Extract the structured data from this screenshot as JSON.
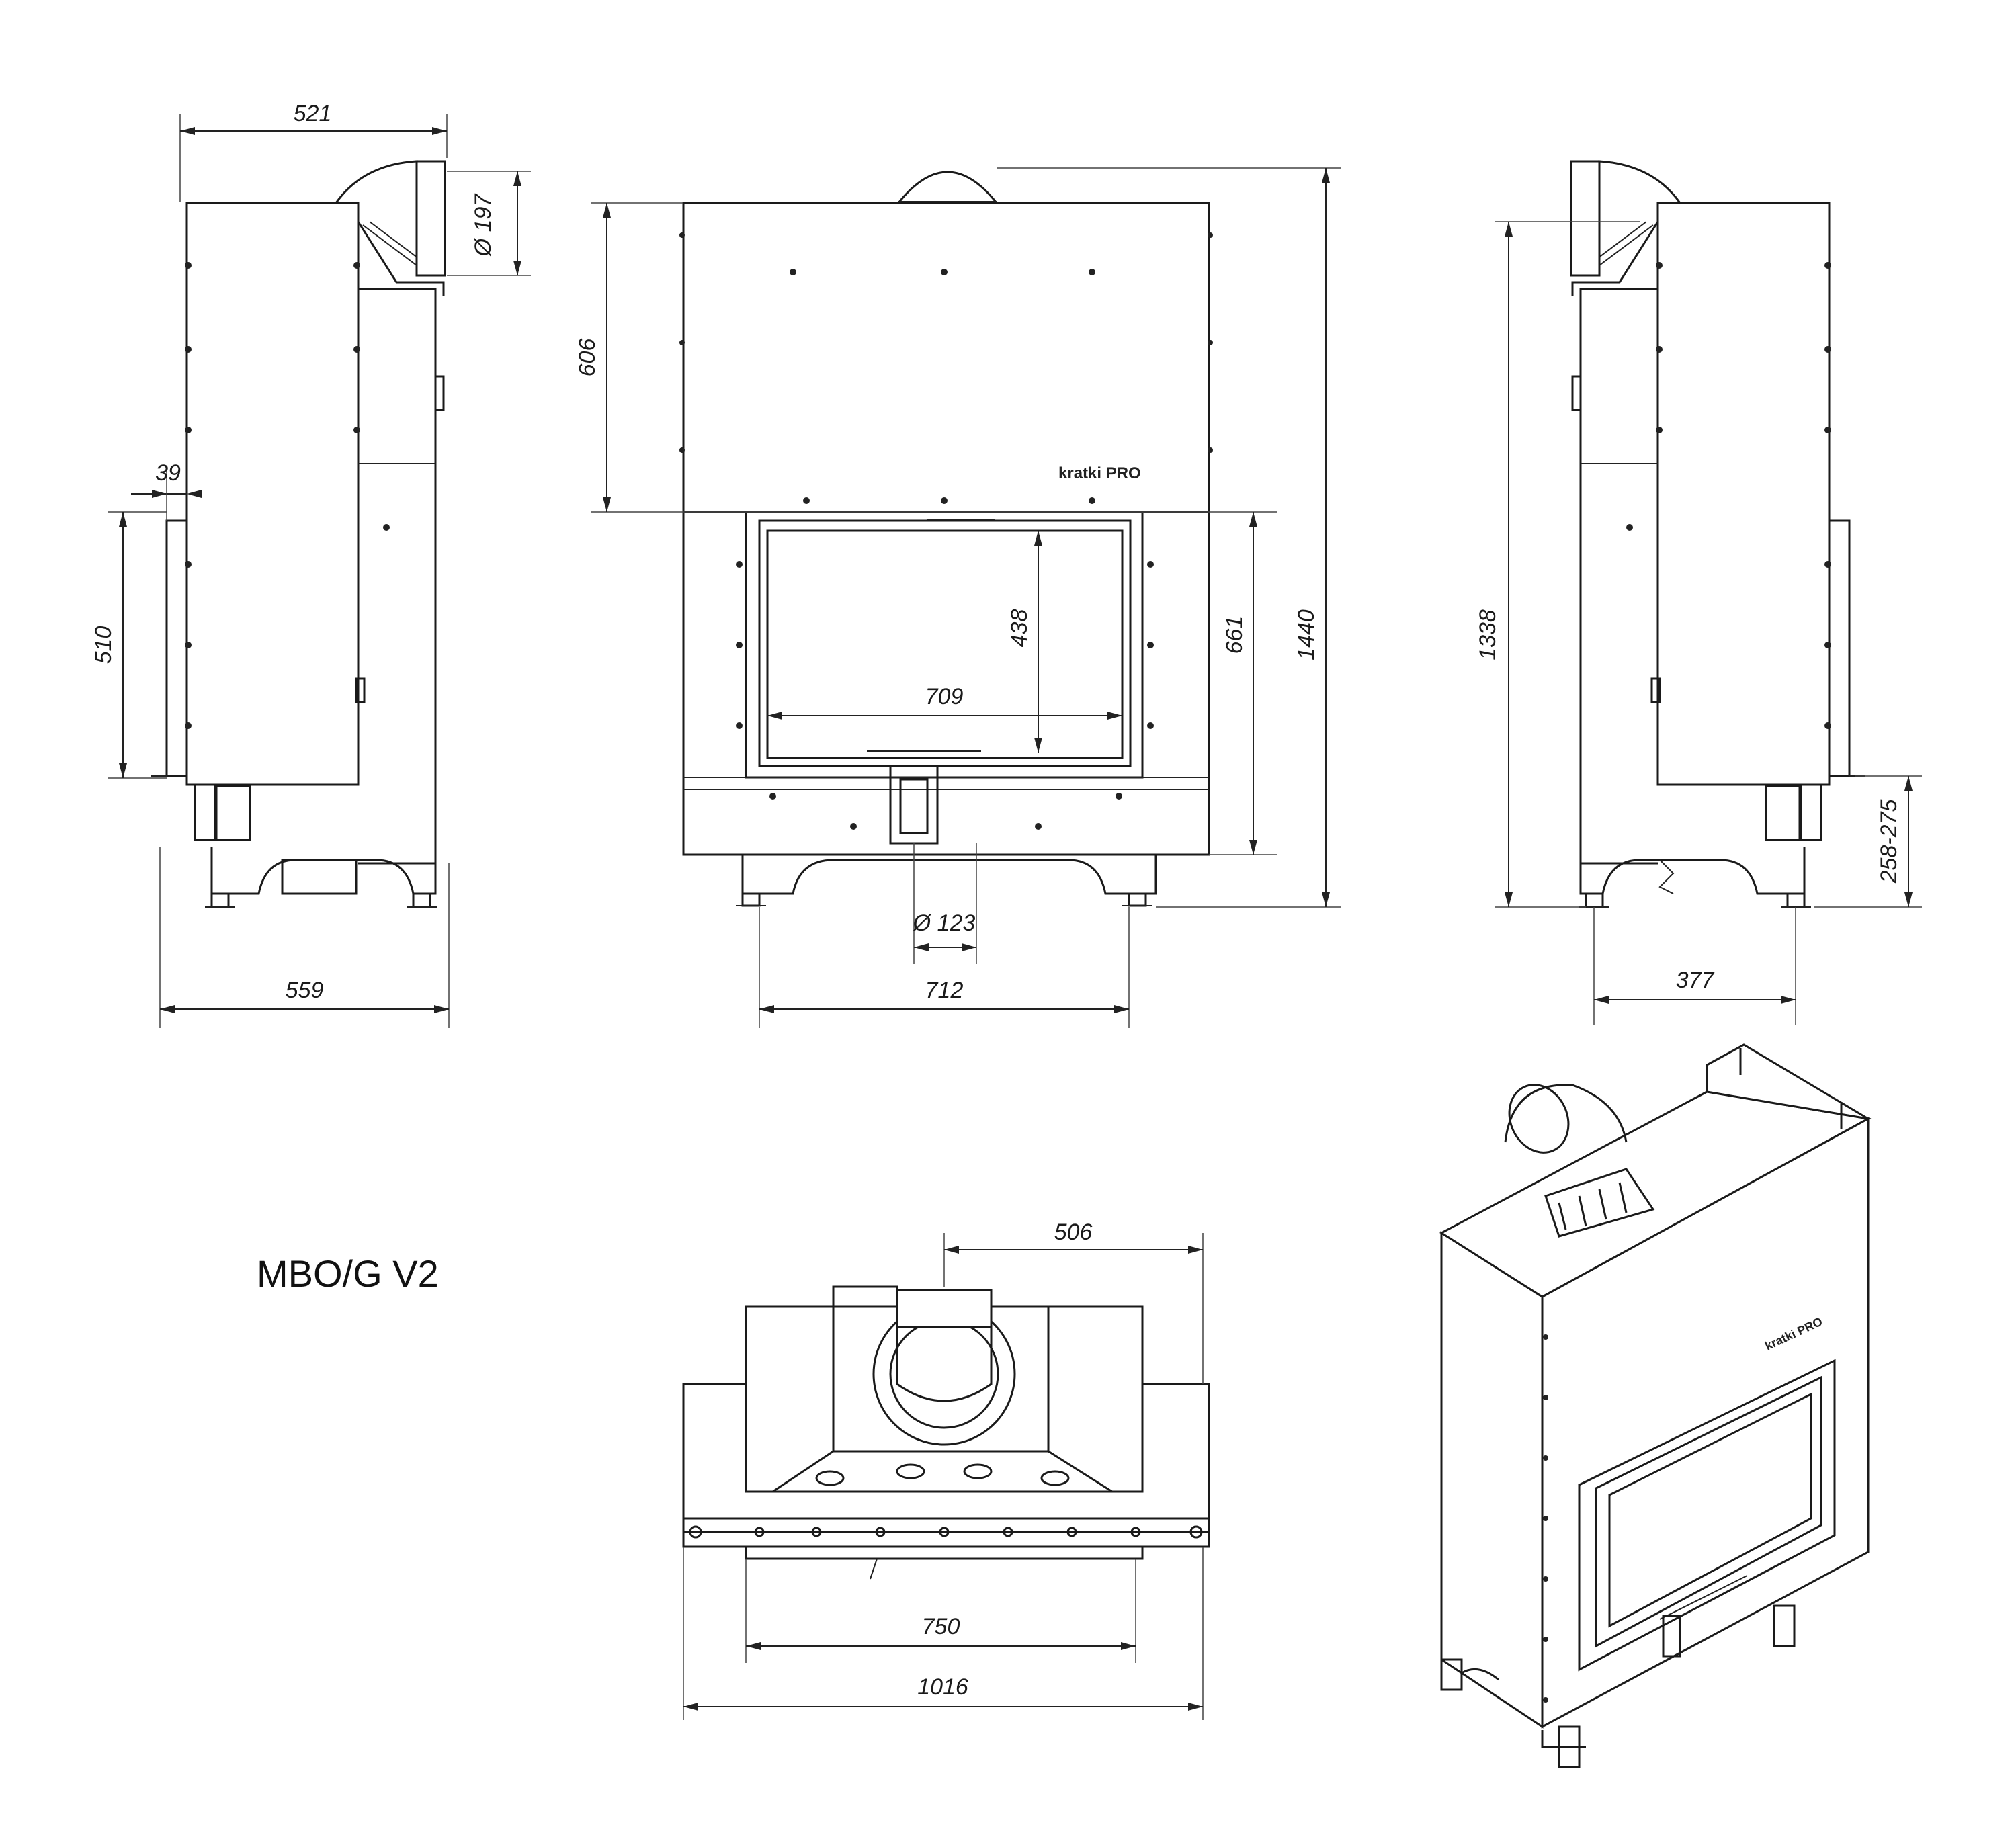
{
  "model": "MBO/G V2",
  "brand_label": "kratki PRO",
  "dimensions": {
    "side_left_top_depth": "521",
    "side_left_flue_diameter": "Ø 197",
    "side_left_offset": "39",
    "side_left_door_height": "510",
    "side_left_base_depth": "559",
    "front_upper_height": "606",
    "front_glass_height": "438",
    "front_glass_width": "709",
    "front_door_height": "661",
    "front_total_height": "1440",
    "front_air_inlet": "Ø 123",
    "front_feet_spacing": "712",
    "side_right_height": "1338",
    "side_right_feet_spacing": "377",
    "side_right_leg_range": "258-275",
    "top_flue_offset": "506",
    "top_inner_width": "750",
    "top_total_width": "1016"
  }
}
